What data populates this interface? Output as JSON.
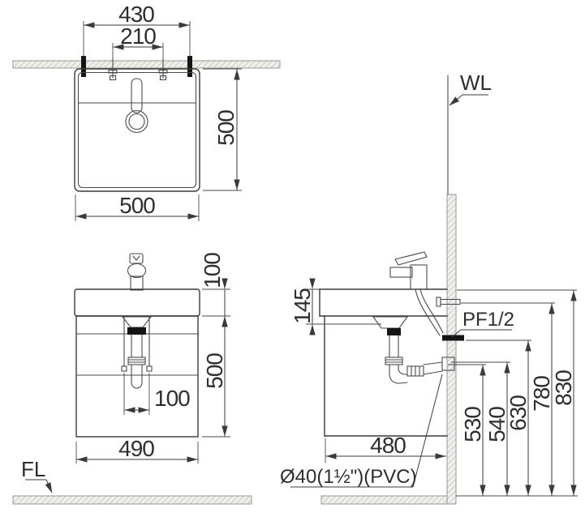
{
  "colors": {
    "line": "#3a3a3a",
    "text": "#2e2e2e",
    "hatch_background": "#efefec",
    "hatch_line": "#bdbdb8",
    "solid_fitting": "#141414"
  },
  "views": {
    "plan": {
      "dim_mount_spacing": "430",
      "dim_faucet_hole_spacing": "210",
      "dim_depth": "500",
      "dim_width": "500"
    },
    "front": {
      "dim_basin_height": "100",
      "dim_cabinet_height": "500",
      "dim_trap_recess_width": "100",
      "dim_cabinet_width": "490",
      "label_floor_line": "FL"
    },
    "side": {
      "dim_basin_front_height": "145",
      "dim_cabinet_depth": "480",
      "dim_trap_height": "530",
      "dim_drain_outlet_height": "540",
      "dim_supply_height": "630",
      "dim_mount_bolt_height": "780",
      "dim_rim_height": "830",
      "label_wall_line": "WL",
      "label_supply_thread": "PF1/2",
      "label_drain_pipe": "Ø40(1½\")(PVC)"
    }
  }
}
